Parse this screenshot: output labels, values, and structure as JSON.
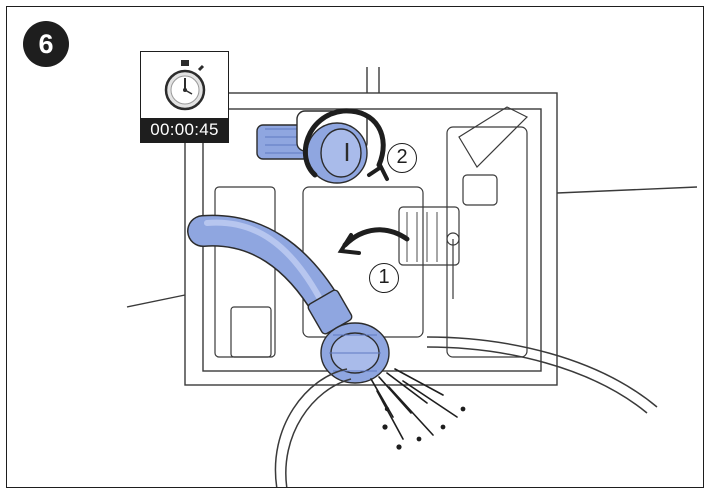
{
  "step": {
    "number": "6"
  },
  "timer": {
    "icon": "stopwatch-icon",
    "readout": "00:00:45"
  },
  "callouts": [
    {
      "label": "1"
    },
    {
      "label": "2"
    }
  ],
  "colors": {
    "line": "#1e1e1e",
    "accent_blue": "#8fa6e0",
    "accent_blue_dark": "#5f79c2",
    "background": "#ffffff"
  }
}
